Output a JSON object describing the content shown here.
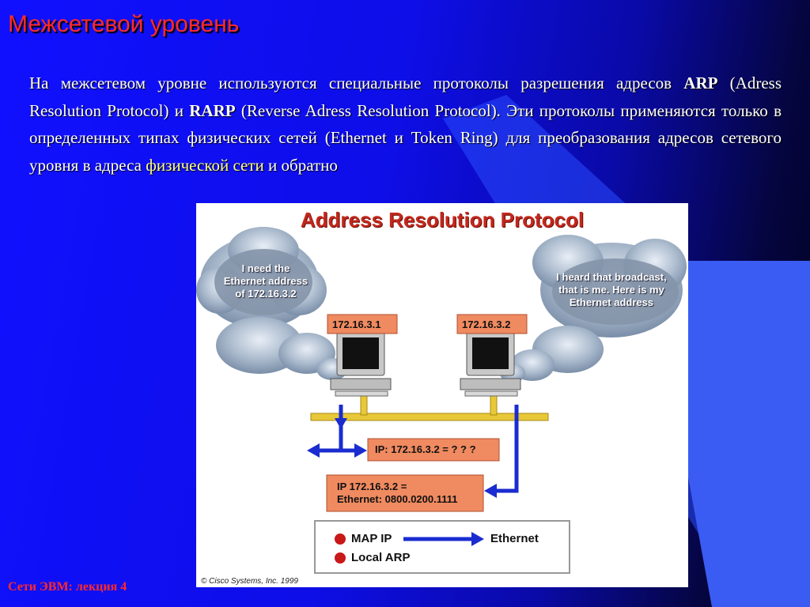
{
  "slide": {
    "title": "Межсетевой уровень",
    "footer": "Сети ЭВМ: лекция 4",
    "text": {
      "p1": "На межсетевом уровне  используются специальные протоколы разрешения адресов ",
      "arp": "ARP",
      "p2": " (Adress Resolution Protocol) и ",
      "rarp": "RARP",
      "p3": " (Reverse Adress Resolution Protocol). Эти протоколы применяются только в определенных типах физических сетей (Ethernet и Token Ring) для преобразования адресов сетевого уровня в адреса ",
      "p4": "физической сети",
      "p5": " и обратно"
    }
  },
  "figure": {
    "title": "Address Resolution Protocol",
    "left_cloud": [
      "I need the",
      "Ethernet address",
      "of 172.16.3.2"
    ],
    "right_cloud": [
      "I heard that broadcast,",
      "that is me. Here is my",
      "Ethernet address"
    ],
    "host_left_ip": "172.16.3.1",
    "host_right_ip": "172.16.3.2",
    "request_box": "IP: 172.16.3.2 = ? ? ?",
    "reply_box": [
      "IP 172.16.3.2 =",
      "Ethernet: 0800.0200.1111"
    ],
    "legend": {
      "item1_left": "MAP IP",
      "item1_right": "Ethernet",
      "item2": "Local ARP"
    },
    "copyright": "© Cisco Systems, Inc. 1999"
  },
  "colors": {
    "title_red": "#ff2a2a",
    "background_blue": "#1010ff",
    "tag_orange": "#f08a60",
    "bus_yellow": "#e8c838",
    "arrow_blue": "#1a2cd0"
  }
}
